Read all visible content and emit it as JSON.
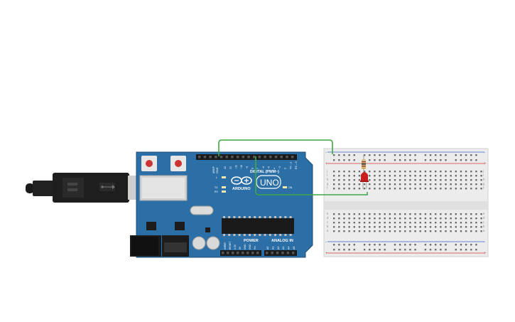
{
  "colors": {
    "background": "#ffffff",
    "board": "#2c6fa6",
    "board_edge": "#1d4f7a",
    "wire": "#3aa844",
    "rail_red": "#d23a3a",
    "rail_blue": "#3a5fd2",
    "breadboard": "#ececec",
    "led": "#c81e1e"
  },
  "arduino": {
    "brand": "ARDUINO",
    "model": "UNO",
    "digital_label": "DIGITAL (PWM~)",
    "power_label": "POWER",
    "analog_label": "ANALOG IN",
    "on_label": "ON",
    "tx_label": "TX",
    "rx_label": "RX",
    "l_label": "L",
    "aref_label": "AREF",
    "gnd_label": "GND",
    "digital_pins": [
      "13",
      "12",
      "~11",
      "~10",
      "~9",
      "8",
      "7",
      "~6",
      "~5",
      "4",
      "~3",
      "2",
      "TX→1",
      "RX←0"
    ],
    "power_pins": [
      "IOREF",
      "RESET",
      "3.3V",
      "5V",
      "GND",
      "GND",
      "Vin"
    ],
    "analog_pins": [
      "A0",
      "A1",
      "A2",
      "A3",
      "A4",
      "A5"
    ]
  },
  "usb_cable": {
    "icon": "usb-icon"
  },
  "breadboard": {
    "row_letters_top": [
      "j",
      "i",
      "h",
      "g",
      "f"
    ],
    "row_letters_bottom": [
      "e",
      "d",
      "c",
      "b",
      "a"
    ],
    "plus_sign": "+",
    "minus_sign": "-",
    "columns": 30
  },
  "components": {
    "led": {
      "color": "red"
    },
    "resistor": {
      "bands": [
        "#8b4513",
        "#111111",
        "#8b4513",
        "#c9a43a"
      ]
    }
  }
}
